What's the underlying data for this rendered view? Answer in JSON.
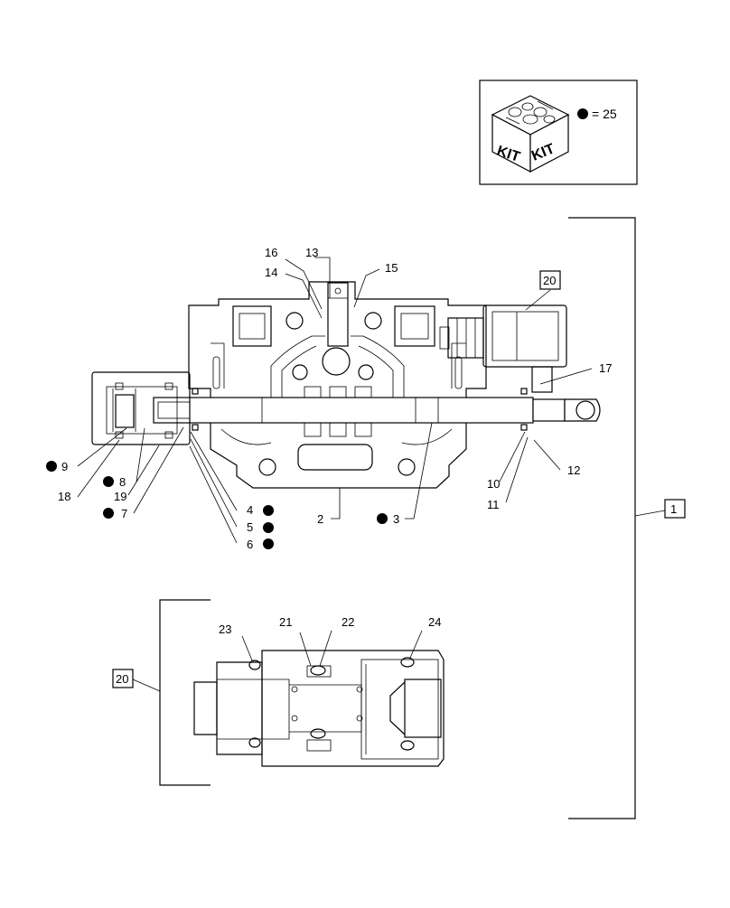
{
  "kit": {
    "label_left": "KIT",
    "label_right": "KIT",
    "legend_text": "= 25"
  },
  "callouts": {
    "c1": "1",
    "c2": "2",
    "c3": "3",
    "c4": "4",
    "c5": "5",
    "c6": "6",
    "c7": "7",
    "c8": "8",
    "c9": "9",
    "c10": "10",
    "c11": "11",
    "c12": "12",
    "c13": "13",
    "c14": "14",
    "c15": "15",
    "c16": "16",
    "c17": "17",
    "c18": "18",
    "c19": "19",
    "c20_top": "20",
    "c20_bottom": "20",
    "c21": "21",
    "c22": "22",
    "c23": "23",
    "c24": "24"
  }
}
